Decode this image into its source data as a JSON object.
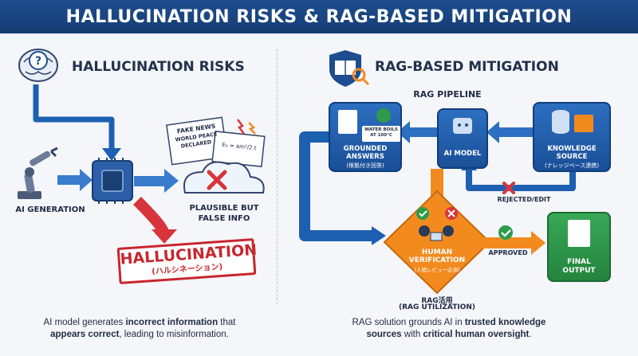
{
  "banner": {
    "title": "HALLUCINATION RISKS & RAG-BASED MITIGATION"
  },
  "left": {
    "title": "HALLUCINATION RISKS",
    "ai_generation": "AI GENERATION",
    "fake_news": "FAKE NEWS",
    "world_peace": "WORLD PEACE",
    "declared": "DECLARED",
    "formula": "E₀ = am²/2 t",
    "plausible_line1": "PLAUSIBLE BUT",
    "plausible_line2": "FALSE INFO",
    "stamp_main": "HALLUCINATION",
    "stamp_jp": "(ハルシネーション)",
    "caption_pre": "AI model generates ",
    "caption_bold1": "incorrect information",
    "caption_mid": " that",
    "caption_bold2": "appears correct",
    "caption_post": ", leading to misinformation."
  },
  "right": {
    "title": "RAG-BASED MITIGATION",
    "pipeline": "RAG PIPELINE",
    "grounded_line1": "GROUNDED",
    "grounded_line2": "ANSWERS",
    "grounded_jp": "(根拠付き回答)",
    "water_note": "WATER BOILS AT 100°C",
    "ai_model": "AI MODEL",
    "knowledge_line1": "KNOWLEDGE",
    "knowledge_line2": "SOURCE",
    "knowledge_jp": "(ナレッジベース連携)",
    "rejected": "REJECTED/EDIT",
    "human_line1": "HUMAN",
    "human_line2": "VERIFICATION",
    "human_jp": "(人間レビュー必須)",
    "approved": "APPROVED",
    "final_line1": "FINAL",
    "final_line2": "OUTPUT",
    "rag_jp": "RAG活用",
    "rag_en": "(RAG UTILIZATION)",
    "caption_pre": "RAG solution grounds AI in ",
    "caption_bold1": "trusted knowledge",
    "caption_bold2": "sources",
    "caption_mid": " with ",
    "caption_bold3": "critical human oversight",
    "caption_post": "."
  },
  "colors": {
    "navy": "#1d4d8f",
    "blue": "#2d6fc0",
    "orange": "#f28a1e",
    "green": "#2e9b4a",
    "red": "#c8262e"
  }
}
